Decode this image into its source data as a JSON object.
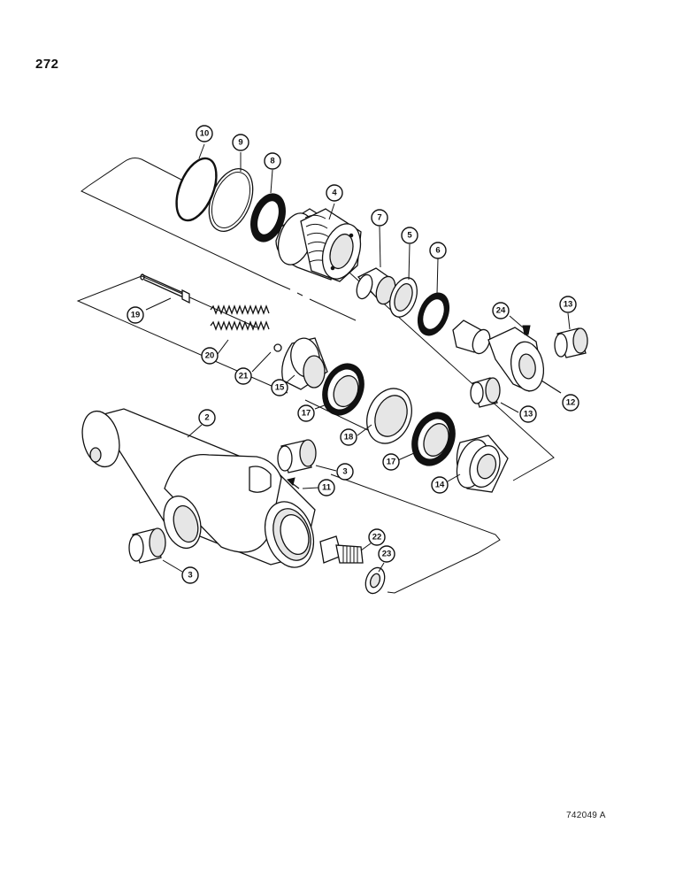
{
  "page_number": "272",
  "figure_code": "742049 A",
  "callouts": {
    "c10": "10",
    "c9": "9",
    "c8": "8",
    "c4": "4",
    "c7": "7",
    "c5": "5",
    "c6": "6",
    "c13a": "13",
    "c24": "24",
    "c19": "19",
    "c20": "20",
    "c21": "21",
    "c15": "15",
    "c13b": "13",
    "c12": "12",
    "c17a": "17",
    "c18": "18",
    "c17b": "17",
    "c14": "14",
    "c2": "2",
    "c3a": "3",
    "c11": "11",
    "c22": "22",
    "c23": "23",
    "c3b": "3"
  }
}
